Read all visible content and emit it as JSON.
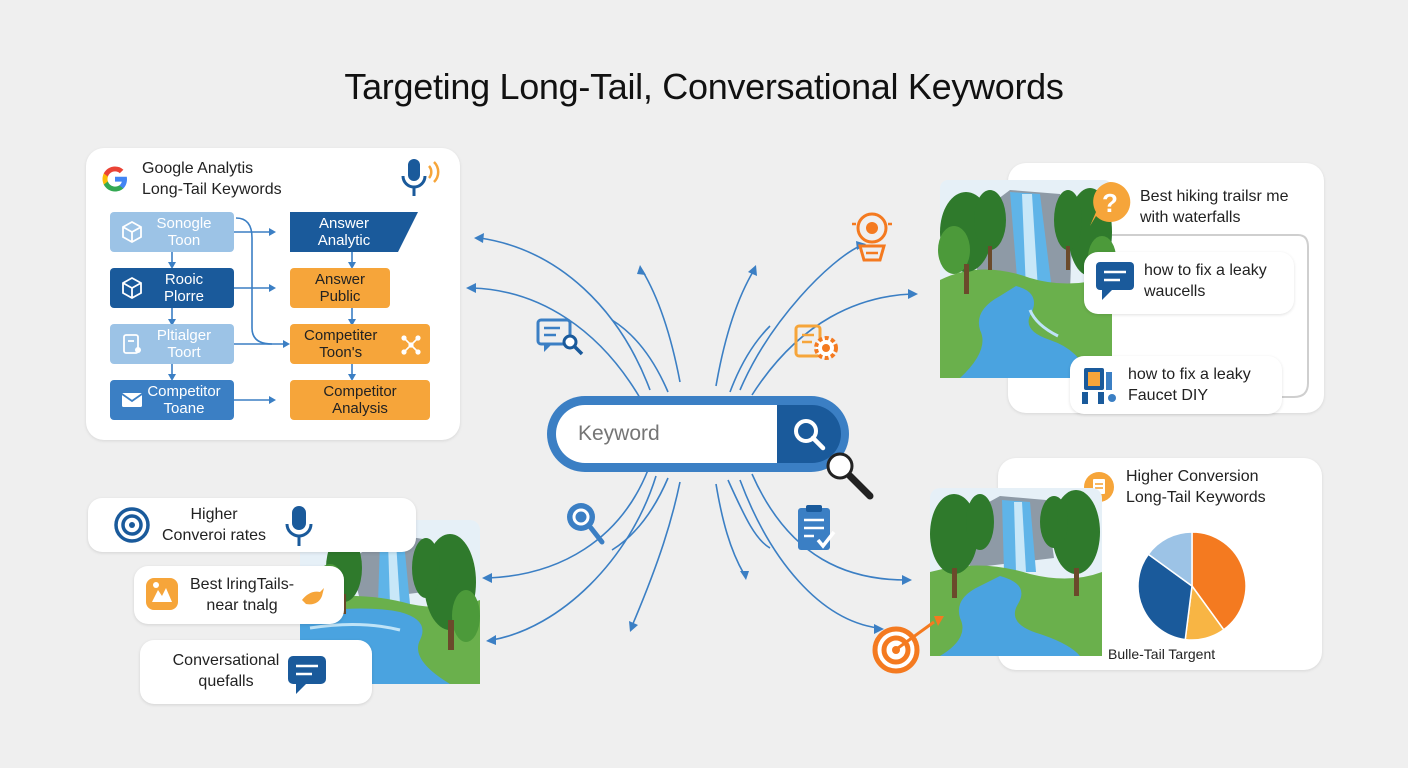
{
  "title": "Targeting Long-Tail, Conversational Keywords",
  "left_card": {
    "heading_line1": "Google Analytis",
    "heading_line2": "Long-Tail Keywords",
    "left_tools": [
      {
        "line1": "Sonogle",
        "line2": "Toon"
      },
      {
        "line1": "Rooic",
        "line2": "Plorre"
      },
      {
        "line1": "Pltialger",
        "line2": "Toort"
      },
      {
        "line1": "Competitor",
        "line2": "Toane"
      }
    ],
    "right_tools": [
      {
        "line1": "Answer",
        "line2": "Analytic"
      },
      {
        "line1": "Answer",
        "line2": "Public"
      },
      {
        "line1": "Competiter",
        "line2": "Toon's"
      },
      {
        "line1": "Competitor",
        "line2": "Analysis"
      }
    ]
  },
  "search": {
    "placeholder": "Keyword"
  },
  "right_top": {
    "bubbles": [
      {
        "line1": "Best hiking trailsr me",
        "line2": "with waterfalls"
      },
      {
        "line1": "how to fix a leaky",
        "line2": "waucells"
      },
      {
        "line1": "how to fix a leaky",
        "line2": "Faucet DIY"
      }
    ]
  },
  "left_bottom": {
    "pills": [
      {
        "line1": "Higher",
        "line2": "Converoi rates"
      },
      {
        "line1": "Best lringTails-",
        "line2": "near tnalg"
      },
      {
        "line1": "Conversational",
        "line2": "quefalls"
      }
    ]
  },
  "right_bottom": {
    "heading_line1": "Higher Conversion",
    "heading_line2": "Long-Tail Keywords",
    "pie_caption": "Bulle-Tail Targent"
  },
  "chart_data": {
    "type": "pie",
    "title": "",
    "slices": [
      {
        "value": 40,
        "color": "#f47a20"
      },
      {
        "value": 12,
        "color": "#f8b544"
      },
      {
        "value": 33,
        "color": "#1a5a9b"
      },
      {
        "value": 15,
        "color": "#9cc3e6"
      }
    ]
  },
  "colors": {
    "navy": "#1a5a9b",
    "light_blue": "#9cc3e6",
    "orange": "#f6a53a",
    "accent_orange": "#f47a20",
    "line_blue": "#3b7fc4"
  }
}
